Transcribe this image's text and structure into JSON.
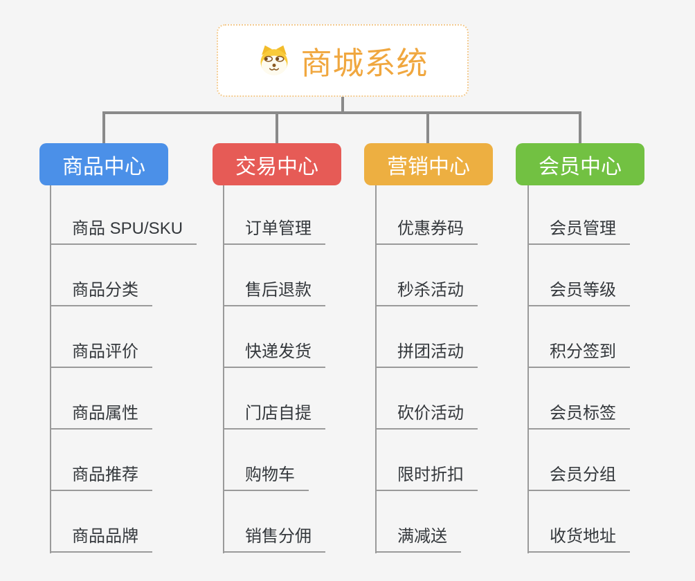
{
  "root": {
    "label": "商城系统",
    "icon": "doge-icon"
  },
  "branches": [
    {
      "label": "商品中心",
      "color": "#4B90E8",
      "children": [
        "商品 SPU/SKU",
        "商品分类",
        "商品评价",
        "商品属性",
        "商品推荐",
        "商品品牌"
      ]
    },
    {
      "label": "交易中心",
      "color": "#E65B56",
      "children": [
        "订单管理",
        "售后退款",
        "快递发货",
        "门店自提",
        "购物车",
        "销售分佣"
      ]
    },
    {
      "label": "营销中心",
      "color": "#EDAF41",
      "children": [
        "优惠券码",
        "秒杀活动",
        "拼团活动",
        "砍价活动",
        "限时折扣",
        "满减送"
      ]
    },
    {
      "label": "会员中心",
      "color": "#72C142",
      "children": [
        "会员管理",
        "会员等级",
        "积分签到",
        "会员标签",
        "会员分组",
        "收货地址"
      ]
    }
  ],
  "colors": {
    "background": "#F5F5F5",
    "root_text": "#F0A73F",
    "root_border": "#F3CA8E",
    "connector_thick": "#8A8A8A",
    "connector_thin": "#9A9A9A",
    "child_text": "#34383C"
  }
}
